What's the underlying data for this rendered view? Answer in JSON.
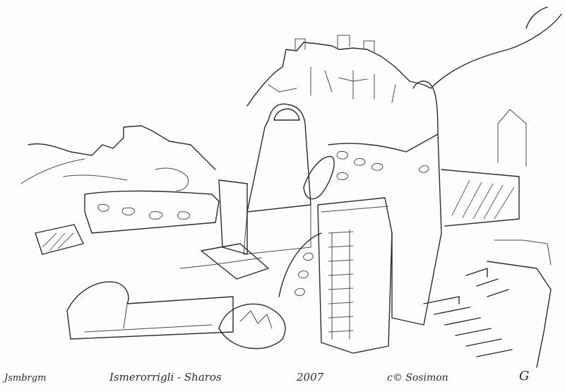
{
  "caption": {
    "signature": "Jsmbrgm",
    "title": "Ismerorrigli - Sharos",
    "year": "2007",
    "copyright": "c© Sosimon",
    "mark": "G"
  }
}
